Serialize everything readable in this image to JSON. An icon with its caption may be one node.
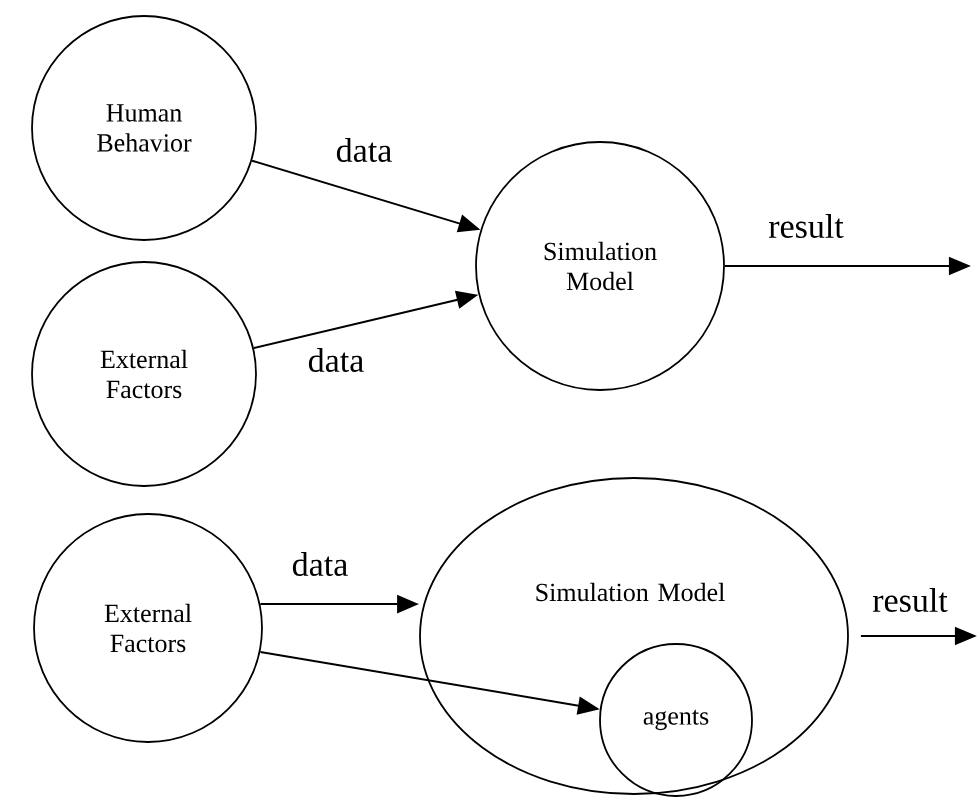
{
  "diagram": {
    "nodes": [
      {
        "text": [
          "Human Behavior"
        ]
      },
      {
        "text": [
          "External Factors"
        ]
      },
      {
        "text": [
          "Simulation Model"
        ]
      },
      {
        "text": [
          "External Factors"
        ]
      },
      {
        "text": [
          "Simulation Model"
        ]
      },
      {
        "text": [
          "agents"
        ],
        "in": 4
      }
    ],
    "edges": [
      {
        "from": 0,
        "to": 2,
        "arrow": "to",
        "label": "data"
      },
      {
        "from": 1,
        "to": 2,
        "arrow": "to",
        "label": "data"
      },
      {
        "from": 2,
        "to": null,
        "arrow": "to",
        "label": "result"
      },
      {
        "from": 3,
        "to": 4,
        "arrow": "to",
        "label": "data"
      },
      {
        "from": 3,
        "to": 5,
        "arrow": "to"
      },
      {
        "from": 4,
        "to": null,
        "arrow": "to",
        "label": "result"
      }
    ]
  }
}
